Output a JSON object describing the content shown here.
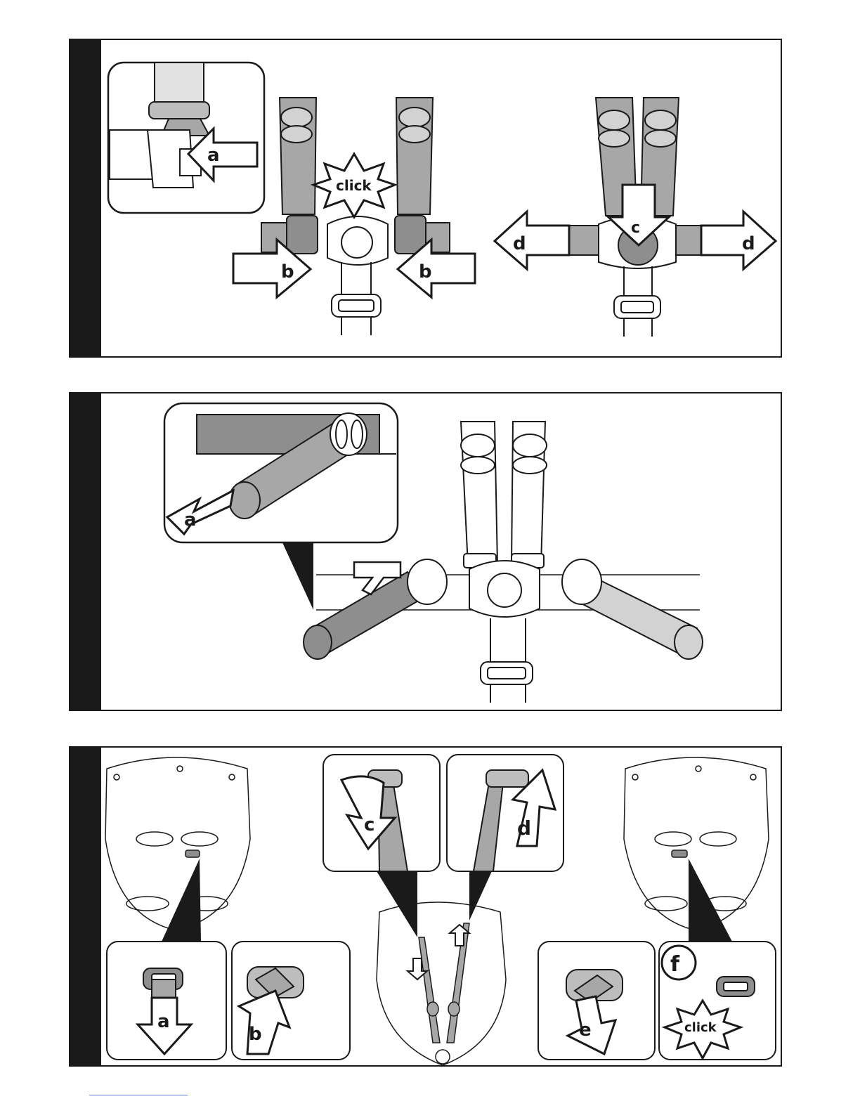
{
  "panels": [
    {
      "id": "step-1",
      "labels": {
        "a": "a",
        "b_left": "b",
        "b_right": "b",
        "c": "c",
        "d_left": "d",
        "d_right": "d",
        "click": "click"
      }
    },
    {
      "id": "step-2",
      "labels": {
        "a": "a"
      }
    },
    {
      "id": "step-3",
      "labels": {
        "a": "a",
        "b": "b",
        "c": "c",
        "d": "d",
        "e": "e",
        "f": "f",
        "click": "click"
      }
    }
  ],
  "colors": {
    "strap": "#a7a7a7",
    "strap_light": "#d2d2d2",
    "ink": "#1a1a1a",
    "pad": "#8e8e8e"
  }
}
